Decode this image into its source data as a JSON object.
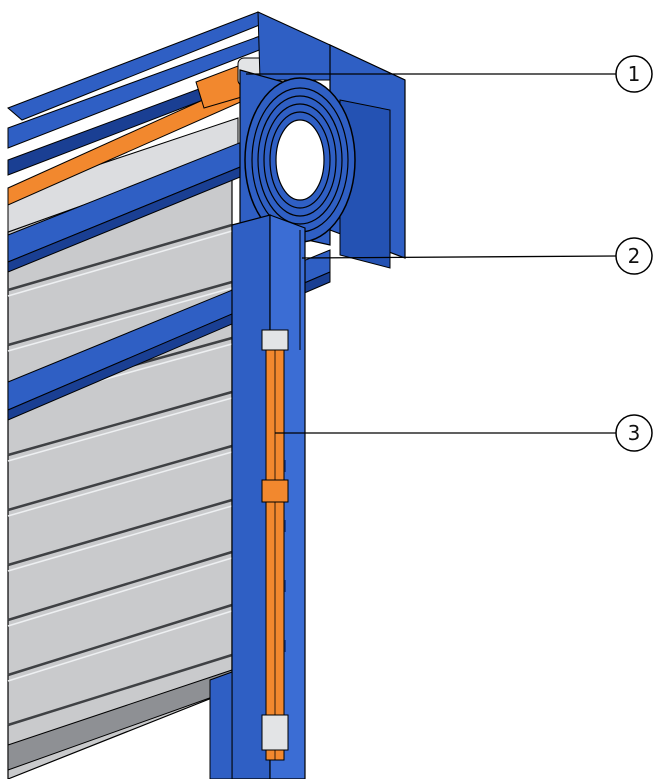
{
  "callouts": [
    {
      "number": "1"
    },
    {
      "number": "2"
    },
    {
      "number": "3"
    }
  ],
  "colors": {
    "frame_blue": "#2f5fc4",
    "frame_dark": "#1a3f93",
    "spring_orange": "#f2882e",
    "panel_gray": "#c9cacc",
    "panel_line": "#5d5f63",
    "outline": "#000000"
  }
}
